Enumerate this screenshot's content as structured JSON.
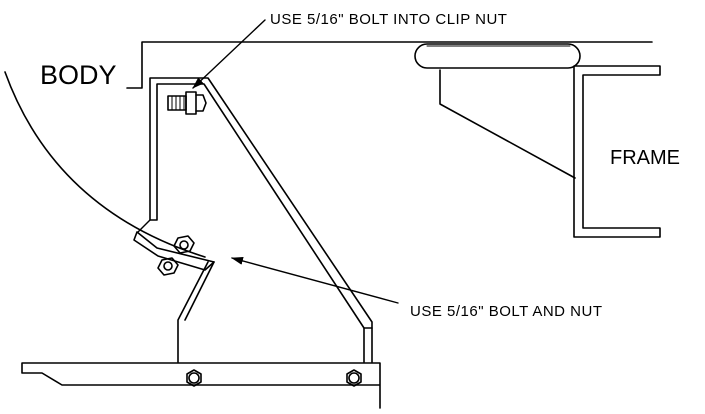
{
  "labels": {
    "body": "BODY",
    "frame": "FRAME",
    "clip_nut_callout": "USE 5/16\" BOLT INTO CLIP NUT",
    "bolt_nut_callout": "USE 5/16\" BOLT AND NUT"
  },
  "colors": {
    "line": "#000000",
    "background": "#ffffff"
  }
}
